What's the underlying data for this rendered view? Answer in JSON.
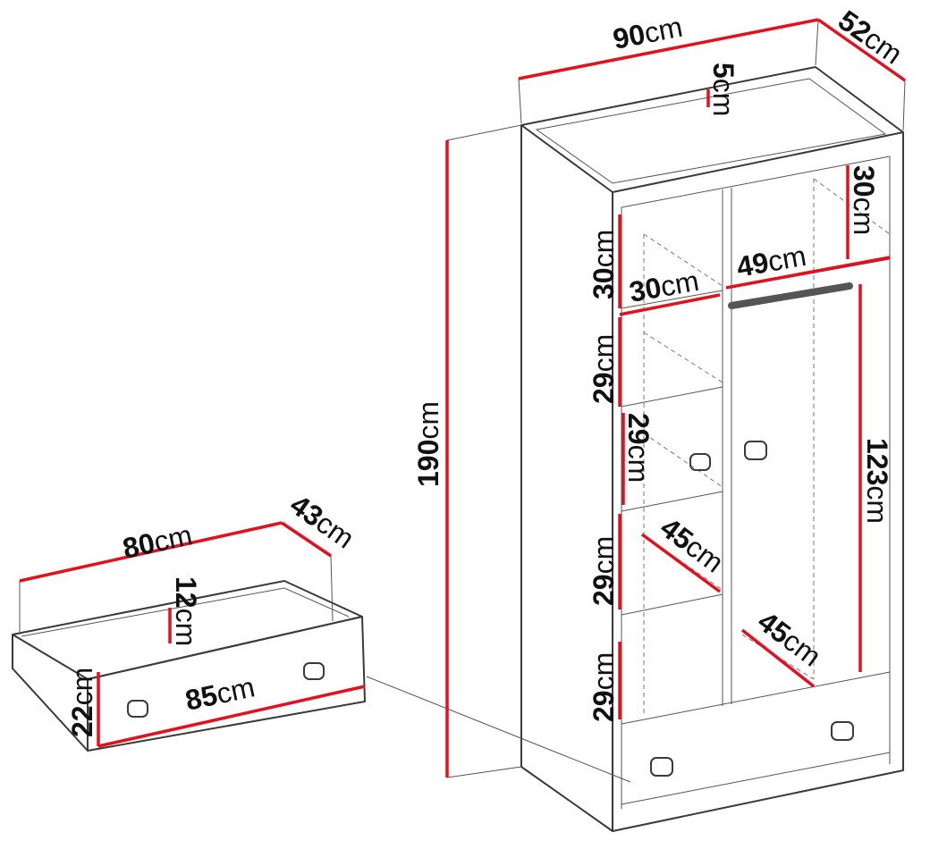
{
  "wardrobe": {
    "width": {
      "num": "90",
      "unit": "cm"
    },
    "depth": {
      "num": "52",
      "unit": "cm"
    },
    "height": {
      "num": "190",
      "unit": "cm"
    },
    "top_gap": {
      "num": "5",
      "unit": "cm"
    },
    "top_shelf_right_height": {
      "num": "30",
      "unit": "cm"
    },
    "top_shelf_left_height": {
      "num": "30",
      "unit": "cm"
    },
    "left_shelf_width": {
      "num": "30",
      "unit": "cm"
    },
    "right_compartment_width": {
      "num": "49",
      "unit": "cm"
    },
    "shelf_2_height": {
      "num": "29",
      "unit": "cm"
    },
    "shelf_3_height": {
      "num": "29",
      "unit": "cm"
    },
    "shelf_4_height": {
      "num": "29",
      "unit": "cm"
    },
    "shelf_5_height": {
      "num": "29",
      "unit": "cm"
    },
    "hanging_height": {
      "num": "123",
      "unit": "cm"
    },
    "left_shelf_depth": {
      "num": "45",
      "unit": "cm"
    },
    "right_compartment_depth": {
      "num": "45",
      "unit": "cm"
    }
  },
  "drawer": {
    "width": {
      "num": "80",
      "unit": "cm"
    },
    "depth": {
      "num": "43",
      "unit": "cm"
    },
    "inner_height": {
      "num": "12",
      "unit": "cm"
    },
    "front_height": {
      "num": "22",
      "unit": "cm"
    },
    "front_width": {
      "num": "85",
      "unit": "cm"
    }
  },
  "colors": {
    "dimension_line": "#e3101d",
    "outline": "#3a3a3a"
  }
}
